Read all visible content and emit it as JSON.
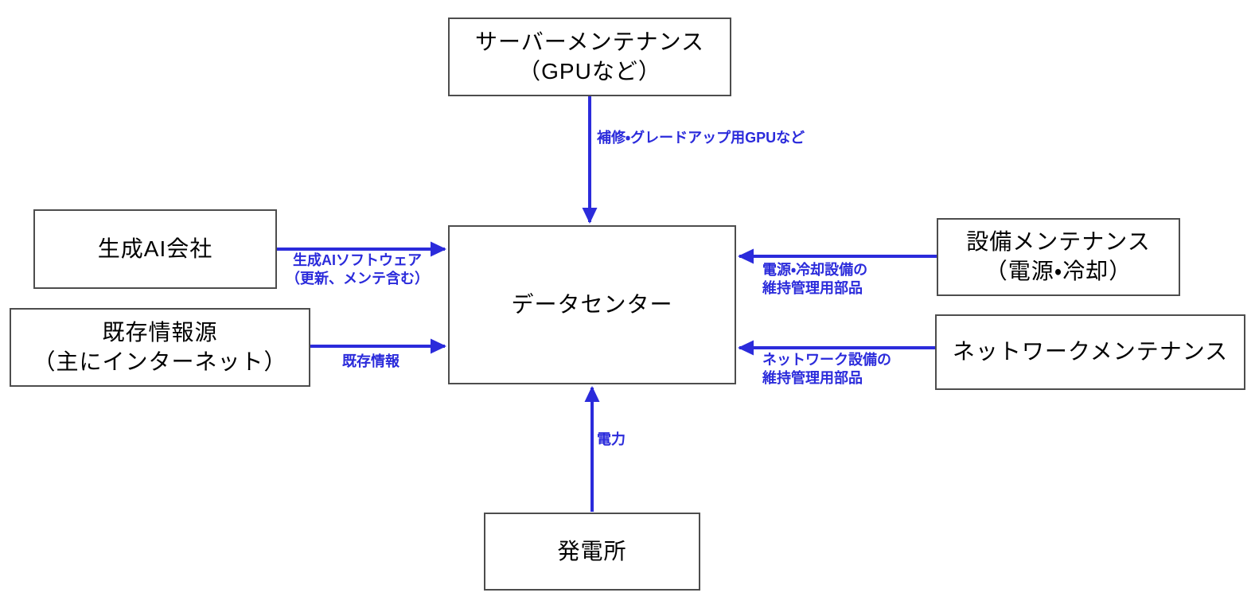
{
  "colors": {
    "arrow": "#2b2bdb",
    "edge_label": "#2b2bdb",
    "node_border": "#4d4d4d",
    "node_fill": "#ffffff",
    "node_text": "#000000",
    "background": "#ffffff"
  },
  "nodes": {
    "server_maintenance": {
      "label": "サーバーメンテナンス\n（GPUなど）"
    },
    "genai_company": {
      "label": "生成AI会社"
    },
    "existing_sources": {
      "label": "既存情報源\n（主にインターネット）"
    },
    "datacenter": {
      "label": "データセンター"
    },
    "facility_maintenance": {
      "label": "設備メンテナンス\n（電源・冷却）"
    },
    "network_maintenance": {
      "label": "ネットワークメンテナンス"
    },
    "power_plant": {
      "label": "発電所"
    }
  },
  "edges": {
    "gpu_supply": {
      "from": "server_maintenance",
      "to": "datacenter",
      "label": "補修・グレードアップ用GPUなど"
    },
    "genai_software": {
      "from": "genai_company",
      "to": "datacenter",
      "label": "生成AIソフトウェア\n（更新、メンテ含む）"
    },
    "existing_info": {
      "from": "existing_sources",
      "to": "datacenter",
      "label": "既存情報"
    },
    "power_cooling_parts": {
      "from": "facility_maintenance",
      "to": "datacenter",
      "label": "電源・冷却設備の\n維持管理用部品"
    },
    "network_parts": {
      "from": "network_maintenance",
      "to": "datacenter",
      "label": "ネットワーク設備の\n維持管理用部品"
    },
    "electricity": {
      "from": "power_plant",
      "to": "datacenter",
      "label": "電力"
    }
  }
}
